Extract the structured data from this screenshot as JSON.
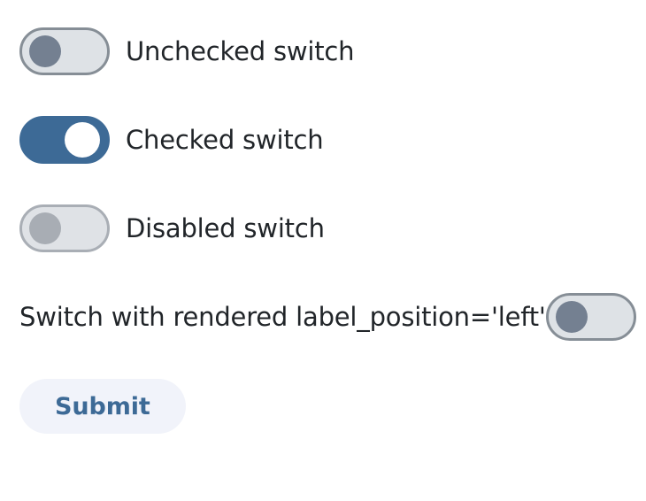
{
  "colors": {
    "page_background": "#ffffff",
    "track_off": "#dee2e6",
    "track_off_border": "#868e96",
    "thumb_off": "#748091",
    "track_on": "#3d6a96",
    "thumb_on": "#ffffff",
    "thumb_disabled": "#a8adb4",
    "label_text": "#212529",
    "button_background": "#f1f3fa",
    "button_text": "#3d6a96"
  },
  "switches": [
    {
      "name": "unchecked-switch",
      "label": "Unchecked switch",
      "state": "off",
      "label_position": "right",
      "disabled": false
    },
    {
      "name": "checked-switch",
      "label": "Checked switch",
      "state": "on",
      "label_position": "right",
      "disabled": false
    },
    {
      "name": "disabled-switch",
      "label": "Disabled switch",
      "state": "off",
      "label_position": "right",
      "disabled": true
    },
    {
      "name": "label-left-switch",
      "label": "Switch with rendered label_position='left'",
      "state": "off",
      "label_position": "left",
      "disabled": false
    }
  ],
  "form": {
    "submit_label": "Submit"
  }
}
